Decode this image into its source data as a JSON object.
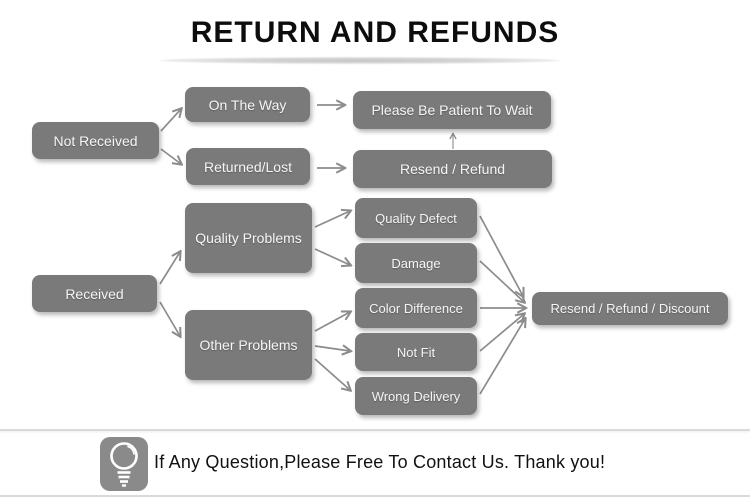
{
  "title": "RETURN AND REFUNDS",
  "flowchart": {
    "nodes": {
      "not_received": "Not Received",
      "on_the_way": "On The Way",
      "please_be_patient_to_wait": "Please Be Patient To Wait",
      "returned_lost": "Returned/Lost",
      "resend_refund": "Resend / Refund",
      "received": "Received",
      "quality_problems": "Quality Problems",
      "other_problems": "Other Problems",
      "quality_defect": "Quality Defect",
      "damage": "Damage",
      "color_difference": "Color Difference",
      "not_fit": "Not Fit",
      "wrong_delivery": "Wrong Delivery",
      "resend_refund_discount": "Resend / Refund / Discount"
    },
    "edges": [
      {
        "from": "not_received",
        "to": "on_the_way"
      },
      {
        "from": "not_received",
        "to": "returned_lost"
      },
      {
        "from": "on_the_way",
        "to": "please_be_patient_to_wait"
      },
      {
        "from": "returned_lost",
        "to": "resend_refund"
      },
      {
        "from": "resend_refund",
        "to": "please_be_patient_to_wait"
      },
      {
        "from": "received",
        "to": "quality_problems"
      },
      {
        "from": "received",
        "to": "other_problems"
      },
      {
        "from": "quality_problems",
        "to": "quality_defect"
      },
      {
        "from": "quality_problems",
        "to": "damage"
      },
      {
        "from": "other_problems",
        "to": "color_difference"
      },
      {
        "from": "other_problems",
        "to": "not_fit"
      },
      {
        "from": "other_problems",
        "to": "wrong_delivery"
      },
      {
        "from": "quality_defect",
        "to": "resend_refund_discount"
      },
      {
        "from": "damage",
        "to": "resend_refund_discount"
      },
      {
        "from": "color_difference",
        "to": "resend_refund_discount"
      },
      {
        "from": "not_fit",
        "to": "resend_refund_discount"
      },
      {
        "from": "wrong_delivery",
        "to": "resend_refund_discount"
      }
    ]
  },
  "footer": {
    "icon": "light-bulb-icon",
    "message": "If Any Question,Please Free To Contact Us. Thank you!"
  },
  "colors": {
    "node_bg": "#7a7a7a",
    "node_text": "#f6f6f6",
    "arrow": "#8c8c8c",
    "divider": "#dadada",
    "title_text": "#0d0d0d",
    "footer_icon_bg": "#8a8a8a"
  }
}
